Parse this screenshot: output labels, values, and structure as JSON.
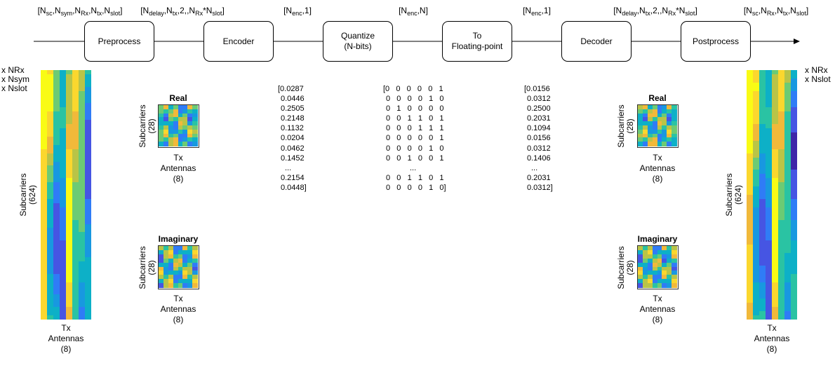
{
  "dims": {
    "d0": {
      "base": "[N",
      "parts": [
        [
          "sc"
        ],
        ",N",
        [
          "sym"
        ],
        ",N",
        [
          "Rx"
        ],
        ",N",
        [
          "tx"
        ],
        ",N",
        [
          "slot"
        ],
        "]"
      ]
    },
    "d1": {
      "parts": [
        "[N",
        [
          "delay"
        ],
        ",N",
        [
          "tx"
        ],
        ",2,,N",
        [
          "Rx"
        ],
        "*N",
        [
          "slot"
        ],
        "]"
      ]
    },
    "d2": {
      "parts": [
        "[N",
        [
          "enc"
        ],
        ",1]"
      ]
    },
    "d3": {
      "parts": [
        "[N",
        [
          "enc"
        ],
        ",N]"
      ]
    },
    "d4": {
      "parts": [
        "[N",
        [
          "enc"
        ],
        ",1]"
      ]
    },
    "d5": {
      "parts": [
        "[N",
        [
          "delay"
        ],
        ",N",
        [
          "tx"
        ],
        ",2,,N",
        [
          "Rx"
        ],
        "*N",
        [
          "slot"
        ],
        "]"
      ]
    },
    "d6": {
      "parts": [
        "[N",
        [
          "sc"
        ],
        ",N",
        [
          "Rx"
        ],
        ",N",
        [
          "tx"
        ],
        ",N",
        [
          "slot"
        ],
        "]"
      ]
    }
  },
  "blocks": {
    "preprocess": "Preprocess",
    "encoder": "Encoder",
    "quantize": "Quantize\n(N-bits)",
    "to_float": "To\nFloating-point",
    "decoder": "Decoder",
    "postprocess": "Postprocess"
  },
  "left_input": {
    "note": "x NRx\nx Nsym\nx Nslot",
    "ylabel": "Subcarriers\n(624)",
    "xlabel": "Tx\nAntennas\n(8)"
  },
  "right_output": {
    "note": "x NRx\nx Nslot",
    "ylabel": "Subcarriers\n(624)",
    "xlabel": "Tx\nAntennas\n(8)"
  },
  "small_maps": {
    "real_title": "Real",
    "imag_title": "Imaginary",
    "ylabel": "Subcarriers\n(28)",
    "xlabel": "Tx\nAntennas\n(8)"
  },
  "vectors": {
    "encoded": [
      "[0.0287",
      "0.0446",
      "0.2505",
      "0.2148",
      "0.1132",
      "0.0204",
      "0.0462",
      "0.1452",
      "...",
      "0.2154",
      "0.0448]"
    ],
    "bits": [
      "[0   0   0   0   0   1",
      "0   0   0   0   1   0",
      "0   1   0   0   0   0",
      "0   0   1   1   0   1",
      "0   0   0   1   1   1",
      "0   0   0   0   0   1",
      "0   0   0   0   1   0",
      "0   0   1   0   0   1",
      "...",
      "0   0   1   1   0   1",
      "0   0   0   0   1   0]"
    ],
    "decoded": [
      "[0.0156",
      "0.0312",
      "0.2500",
      "0.2031",
      "0.1094",
      "0.0156",
      "0.0312",
      "0.1406",
      "...",
      "0.2031",
      "0.0312]"
    ]
  },
  "colors": {
    "colormap": [
      "#3e26a8",
      "#4655e3",
      "#2f7cf6",
      "#1898e0",
      "#0db0c7",
      "#2ac3a3",
      "#6ccb74",
      "#b9c447",
      "#f1b93a",
      "#fbd72e",
      "#f9fb15"
    ]
  }
}
